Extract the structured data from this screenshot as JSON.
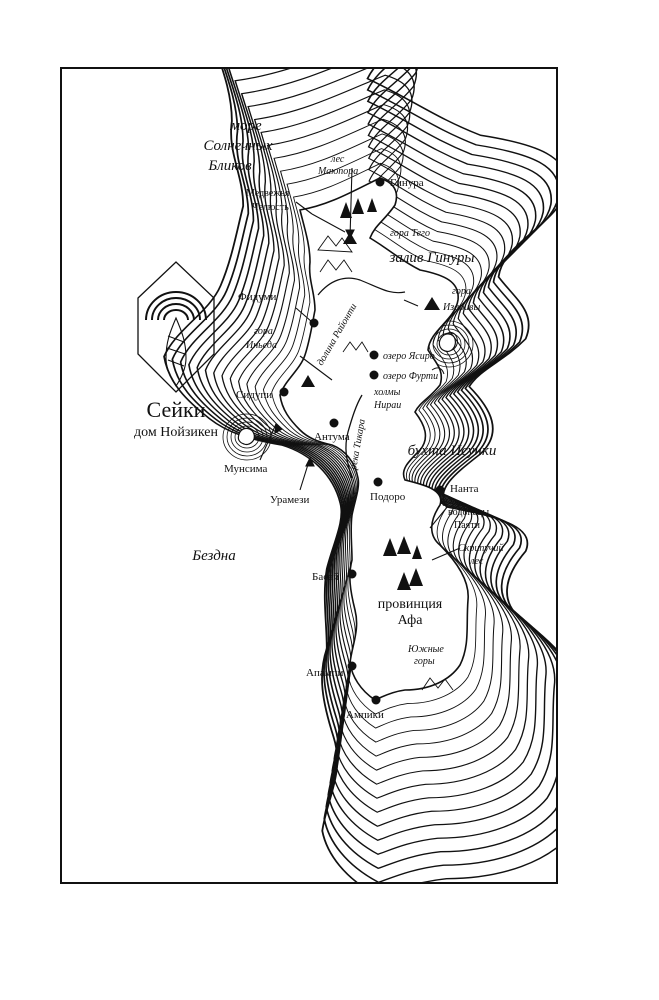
{
  "colors": {
    "ink": "#111111",
    "paper": "#ffffff"
  },
  "emblem": {
    "title": "Сейки",
    "subtitle": "дом Нойзикен",
    "icon": "rainbow-and-fish-emblem"
  },
  "water_labels": {
    "sea_line1": "море",
    "sea_line2": "Солнечных",
    "sea_line3": "Бликов",
    "bay_ginura": "залив Гинуры",
    "bay_isunki": "бухта Исунки",
    "abyss": "Бездна"
  },
  "settlements": {
    "ginura": "Гинура",
    "fidumi": "Фидуми",
    "sidupi": "Сидупи",
    "antuma": "Антума",
    "podoro": "Подоро",
    "nanta": "Нанта",
    "basai": "Басай",
    "apampi": "Апампи",
    "ampiki": "Ампики",
    "munsima": "Мунсима",
    "uramezi": "Урамези"
  },
  "features": {
    "jaw_line1": "Медвежья",
    "jaw_line2": "Челюсть",
    "forest_mayopora_1": "лес",
    "forest_mayopora_2": "Маюпора",
    "mt_tego": "гора Тего",
    "mt_izarivi_1": "гора",
    "mt_izarivi_2": "Изаривы",
    "mt_ieda_1": "гора",
    "mt_ieda_2": "Иньеда",
    "valley": "долина Районти",
    "lake_yasiro": "озеро Ясиро",
    "lake_furti": "озеро Фурти",
    "hills_1": "холмы",
    "hills_2": "Нираи",
    "river": "река Тикара",
    "falls_1": "водопады",
    "falls_2": "Паяти",
    "creaky_1": "Скрипучий",
    "creaky_2": "лес",
    "province_1": "провинция",
    "province_2": "Афа",
    "south_mts_1": "Южные",
    "south_mts_2": "горы"
  }
}
